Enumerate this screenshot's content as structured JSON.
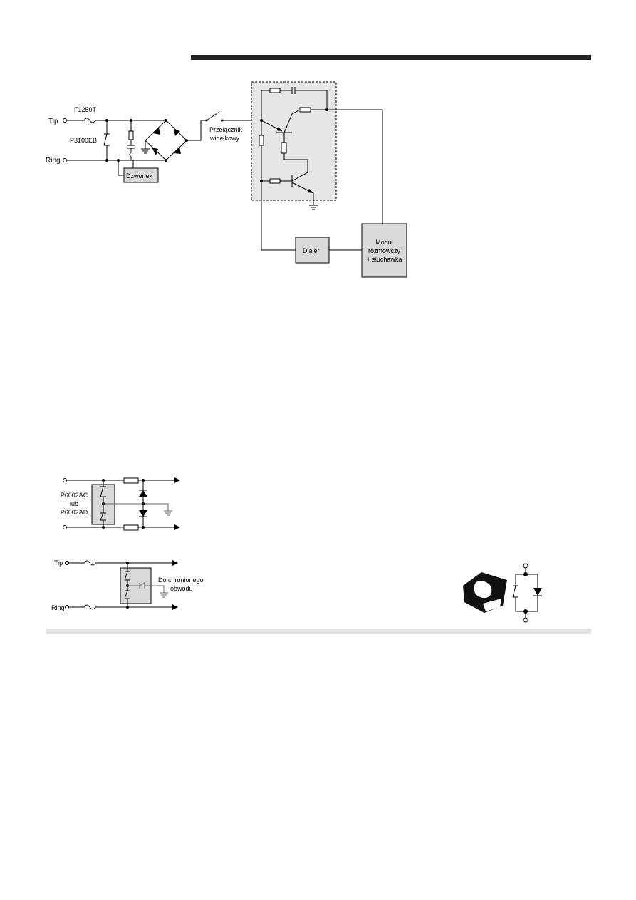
{
  "fig1": {
    "tip_label": "Tip",
    "ring_label": "Ring",
    "fuse_label": "F1250T",
    "protector_label": "P3100EB",
    "bell_label": "Dzwonek",
    "hook_switch_line1": "Przełącznik",
    "hook_switch_line2": "widełkowy",
    "dialer_label": "Dialer",
    "module_line1": "Moduł",
    "module_line2": "rozmówczy",
    "module_line3": "+ słuchawka"
  },
  "fig2": {
    "device_line1": "P6002AC",
    "device_line2": "lub",
    "device_line3": "P6002AD"
  },
  "fig3": {
    "tip_label": "Tip",
    "ring_label": "Ring",
    "protected_line1": "Do chronionego",
    "protected_line2": "obwodu"
  },
  "colors": {
    "block_fill": "#d9d9d9",
    "header_bar": "#222222",
    "footer_bar": "#e0e0e0"
  }
}
